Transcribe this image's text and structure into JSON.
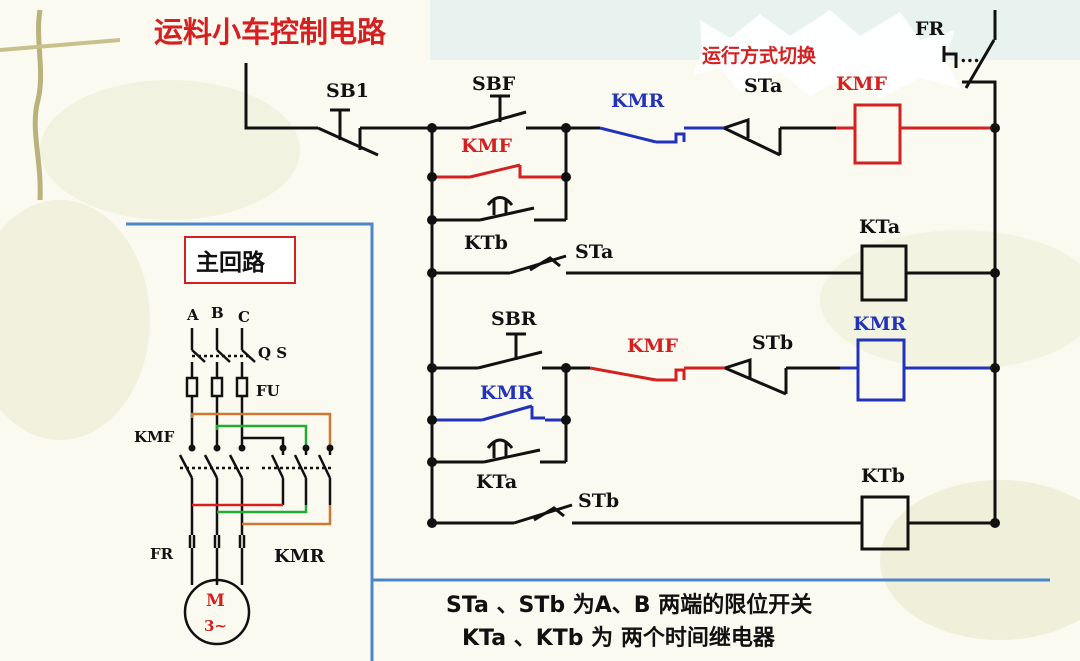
{
  "title": "运料小车控制电路",
  "garbled_banner": "运行方式切换",
  "main_circuit_title": "主回路",
  "colors": {
    "red": "#d42020",
    "blue": "#2233bb",
    "black": "#111111",
    "orange": "#cc7733",
    "green": "#22aa33",
    "frame_blue": "#4a86c8"
  },
  "control": {
    "sb1": "SB1",
    "sbf": "SBF",
    "kmf_contact": "KMF",
    "kmr_interlock": "KMR",
    "sta_nc": "STa",
    "kmf_coil": "KMF",
    "fr": "FR",
    "fr_dots": "...",
    "ktb_contact": "KTb",
    "sta_no": "STa",
    "kta_coil": "KTa",
    "sbr": "SBR",
    "kmf_interlock": "KMF",
    "stb_nc": "STb",
    "kmr_coil": "KMR",
    "kmr_contact": "KMR",
    "kta_contact": "KTa",
    "stb_no": "STb",
    "ktb_coil": "KTb"
  },
  "main_circuit": {
    "phase_a": "A",
    "phase_b": "B",
    "phase_c": "C",
    "qs": "Q S",
    "fu": "FU",
    "kmf": "KMF",
    "fr": "FR",
    "kmr": "KMR",
    "motor_m": "M",
    "motor_phase": "3~"
  },
  "notes": {
    "line1": "STa 、STb 为A、B 两端的限位开关",
    "line2": "KTa 、KTb 为 两个时间继电器"
  }
}
